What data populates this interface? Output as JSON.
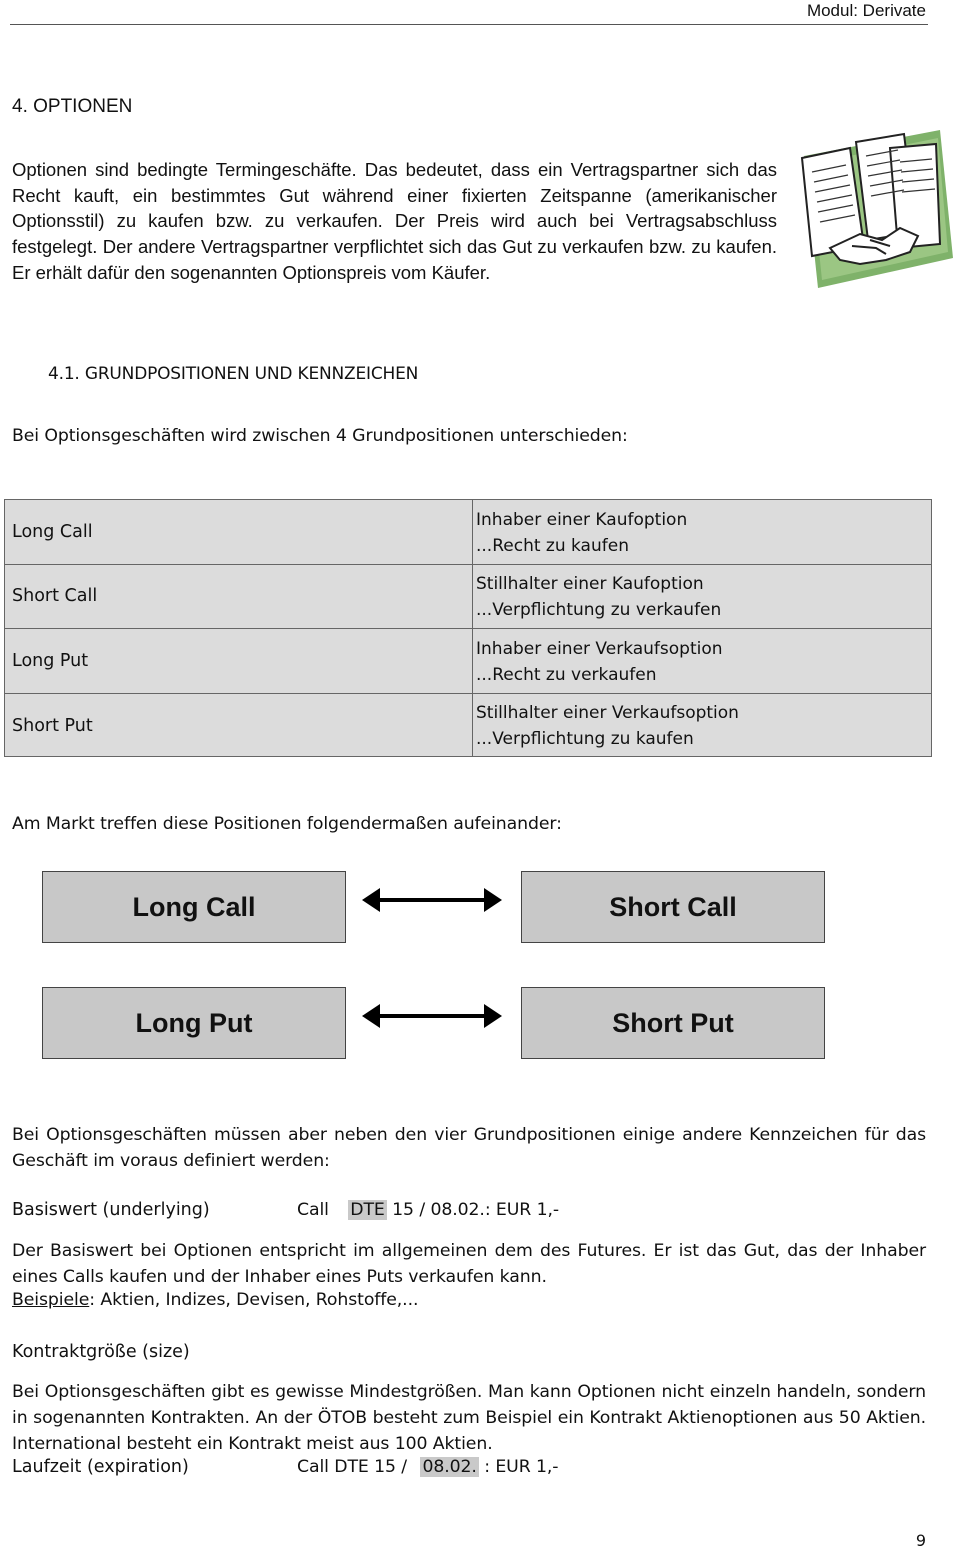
{
  "header": {
    "module": "Modul: Derivate"
  },
  "section": {
    "title": "4.   OPTIONEN",
    "intro": "Optionen sind bedingte Termingeschäfte. Das bedeutet, dass ein Vertragspartner sich das Recht kauft, ein bestimmtes Gut während einer fixierten Zeitspanne (amerikanischer Optionsstil) zu kaufen bzw. zu verkaufen. Der Preis wird auch bei Vertragsabschluss festgelegt. Der andere Vertragspartner verpflichtet sich das Gut zu verkaufen bzw. zu kaufen. Er erhält dafür den sogenannten Optionspreis vom Käufer."
  },
  "clipart": {
    "icon": "contract-handshake-icon"
  },
  "subsection": {
    "title": "4.1.  GRUNDPOSITIONEN UND KENNZEICHEN",
    "lead": "Bei Optionsgeschäften wird zwischen 4 Grundpositionen unterschieden:"
  },
  "positions_table": [
    {
      "name": "Long Call",
      "line1": "Inhaber einer Kaufoption",
      "line2": "...Recht zu kaufen"
    },
    {
      "name": "Short Call",
      "line1": "Stillhalter einer Kaufoption",
      "line2": "...Verpflichtung zu verkaufen"
    },
    {
      "name": "Long Put",
      "line1": "Inhaber einer Verkaufsoption",
      "line2": "...Recht zu verkaufen"
    },
    {
      "name": "Short Put",
      "line1": "Stillhalter einer Verkaufsoption",
      "line2": "...Verpflichtung zu kaufen"
    }
  ],
  "market": {
    "lead": "Am Markt treffen diese Positionen folgendermaßen aufeinander:",
    "pairs": [
      {
        "left": "Long Call",
        "right": "Short Call"
      },
      {
        "left": "Long Put",
        "right": "Short Put"
      }
    ]
  },
  "kennzeichen": {
    "intro": "Bei Optionsgeschäften müssen aber neben den vier Grundpositionen einige andere Kennzeichen für das Geschäft im voraus definiert werden:",
    "basiswert": {
      "label": "Basiswert (underlying)",
      "ex_call": "Call",
      "ex_highlight": "DTE",
      "ex_rest": "15 / 08.02.: EUR 1,-",
      "text": "Der Basiswert bei Optionen entspricht im allgemeinen dem des Futures. Er ist das Gut, das der Inhaber eines Calls kaufen und der Inhaber eines Puts verkaufen kann.",
      "examples_label": "Beispiele",
      "examples_text": ": Aktien, Indizes, Devisen, Rohstoffe,..."
    },
    "kontraktgroesse": {
      "label": "Kontraktgröße (size)",
      "text": "Bei Optionsgeschäften gibt es gewisse Mindestgrößen. Man kann Optionen nicht einzeln handeln, sondern in sogenannten Kontrakten. An der ÖTOB besteht zum Beispiel ein Kontrakt Aktienoptionen aus 50 Aktien. International besteht ein Kontrakt meist aus 100 Aktien."
    },
    "laufzeit": {
      "label": "Laufzeit (expiration)",
      "ex_pre": "Call DTE 15 /",
      "ex_highlight": "08.02.",
      "ex_post": ": EUR 1,-"
    }
  },
  "footer": {
    "page_number": "9"
  }
}
